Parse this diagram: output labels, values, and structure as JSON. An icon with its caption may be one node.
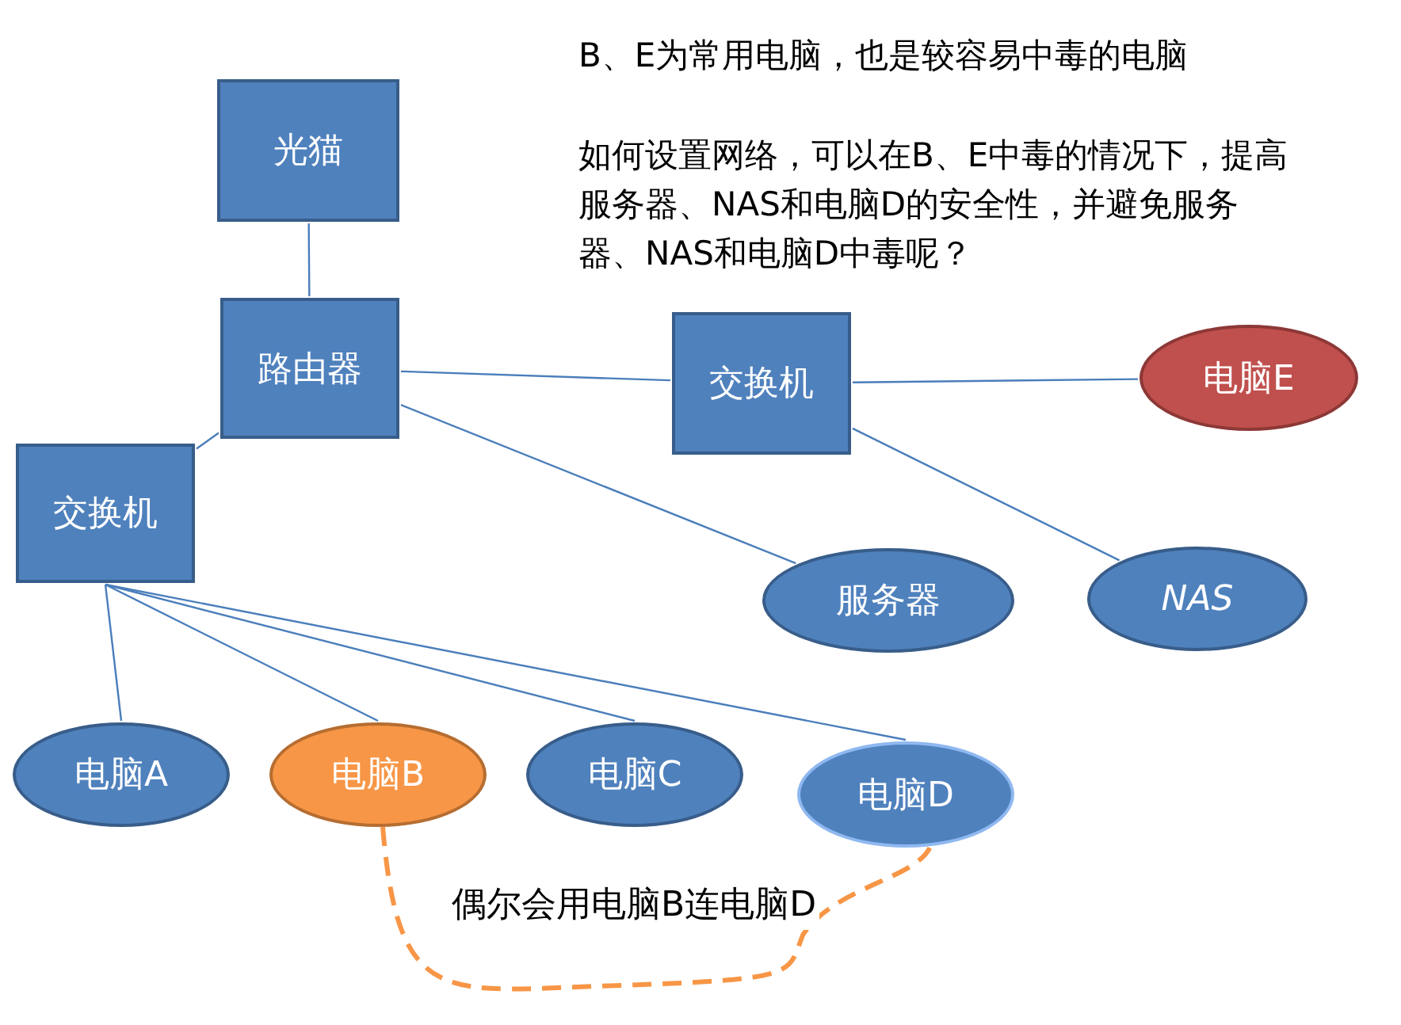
{
  "diagram": {
    "nodes": [
      {
        "text": [
          "光猫"
        ]
      },
      {
        "text": [
          "路由器"
        ]
      },
      {
        "text": [
          "交换机"
        ]
      },
      {
        "text": [
          "电脑E"
        ]
      },
      {
        "text": [
          "交换机"
        ]
      },
      {
        "text": [
          "服务器"
        ]
      },
      {
        "text": [
          "NAS"
        ]
      },
      {
        "text": [
          "电脑A"
        ]
      },
      {
        "text": [
          "电脑B"
        ]
      },
      {
        "text": [
          "电脑C"
        ]
      },
      {
        "text": [
          "电脑D"
        ]
      }
    ],
    "edges": [
      {
        "from": 0,
        "to": 1,
        "arrow": "none"
      },
      {
        "from": 1,
        "to": 2,
        "arrow": "none"
      },
      {
        "from": 2,
        "to": 3,
        "arrow": "none"
      },
      {
        "from": 2,
        "to": 6,
        "arrow": "none"
      },
      {
        "from": 1,
        "to": 5,
        "arrow": "none"
      },
      {
        "from": 1,
        "to": 4,
        "arrow": "none"
      },
      {
        "from": 4,
        "to": 7,
        "arrow": "none"
      },
      {
        "from": 4,
        "to": 8,
        "arrow": "none"
      },
      {
        "from": 4,
        "to": 9,
        "arrow": "none"
      },
      {
        "from": 4,
        "to": 10,
        "arrow": "none"
      },
      {
        "from": 8,
        "to": 10,
        "arrow": "none",
        "style": "dashed",
        "color": "#f79646",
        "label": "偶尔会用电脑B连电脑D"
      }
    ],
    "labels": [
      "B、E为常用电脑，也是较容易中毒的电脑",
      "如何设置网络，可以在B、E中毒的情况下，提高服务器、NAS和电脑D的安全性，并避免服务器、NAS和电脑D中毒呢？"
    ]
  }
}
